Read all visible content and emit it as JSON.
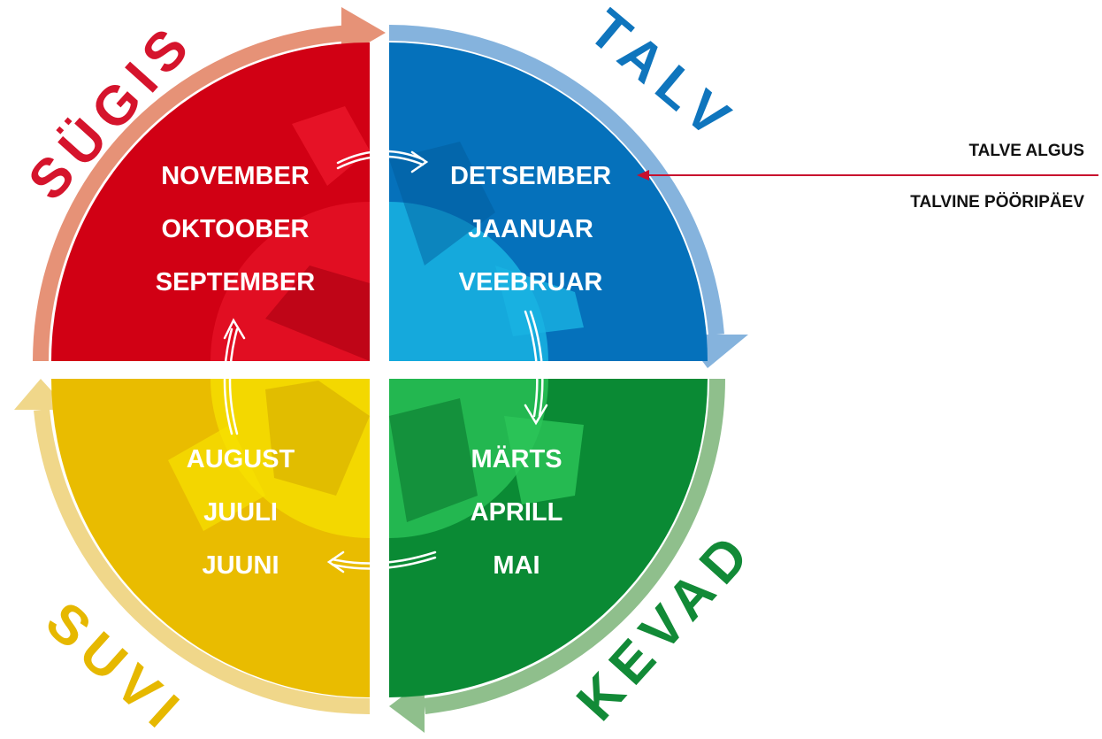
{
  "diagram": {
    "seasons": [
      {
        "id": "autumn",
        "name": "SÜGIS",
        "months": [
          "NOVEMBER",
          "OKTOOBER",
          "SEPTEMBER"
        ],
        "fill": "#d10014",
        "light": "#ef1a2e",
        "dark": "#a80010",
        "arrow": "#e69277",
        "label_color": "#d5142c"
      },
      {
        "id": "winter",
        "name": "TALV",
        "months": [
          "DETSEMBER",
          "JAANUAR",
          "VEEBRUAR"
        ],
        "fill": "#0571bb",
        "light": "#19b3e2",
        "dark": "#02589a",
        "arrow": "#85b3dd",
        "label_color": "#0f75bd"
      },
      {
        "id": "spring",
        "name": "KEVAD",
        "months": [
          "MÄRTS",
          "APRILL",
          "MAI"
        ],
        "fill": "#0a8a34",
        "light": "#2cc659",
        "dark": "#066c27",
        "arrow": "#8fbf8c",
        "label_color": "#128a37"
      },
      {
        "id": "summer",
        "name": "SUVI",
        "months": [
          "AUGUST",
          "JUULI",
          "JUUNI"
        ],
        "fill": "#e9bc00",
        "light": "#f6e100",
        "dark": "#cc9e00",
        "arrow": "#f0d78a",
        "label_color": "#e6b800"
      }
    ],
    "annotation": {
      "line1": "TALVE ALGUS",
      "line2": "TALVINE PÖÖRIPÄEV",
      "color": "#c8102e"
    }
  }
}
